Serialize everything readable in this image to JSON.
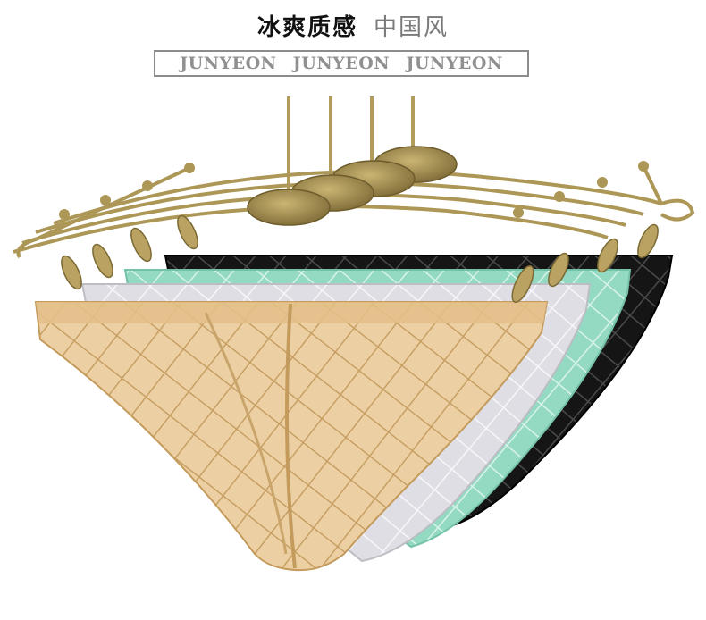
{
  "header": {
    "title_bold": "冰爽质感",
    "title_light": "中国风",
    "brands": [
      "JUNYEON",
      "JUNYEON",
      "JUNYEON"
    ]
  },
  "colors": {
    "brass": "#b09a5a",
    "panty_black": "#121212",
    "panty_mint": "#8fd6bf",
    "panty_silver": "#d6d6dc",
    "panty_nude": "#e8c48e"
  },
  "products": [
    {
      "color_name": "black"
    },
    {
      "color_name": "mint"
    },
    {
      "color_name": "silver"
    },
    {
      "color_name": "nude"
    }
  ]
}
